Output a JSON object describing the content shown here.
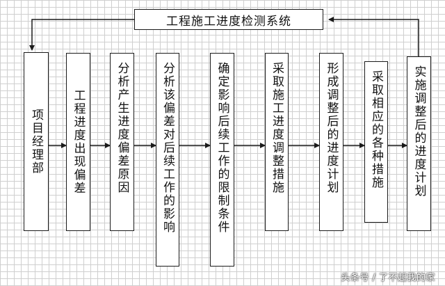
{
  "title": "工程施工进度检测系统",
  "steps": [
    "项目经理部",
    "工程进度出现偏差",
    "分析产生进度偏差原因",
    "分析该偏差对后续工作的影响",
    "确定影响后续工作的限制条件",
    "采取施工进度调整措施",
    "形成调整后的进度计划",
    "采取相应的各种措施",
    "实施调整后的进度计划"
  ],
  "watermark": "头条号 / 了不起我的家",
  "colors": {
    "stroke": "#1a1a1a",
    "grid": "#cfcfcf",
    "background": "#ffffff"
  }
}
